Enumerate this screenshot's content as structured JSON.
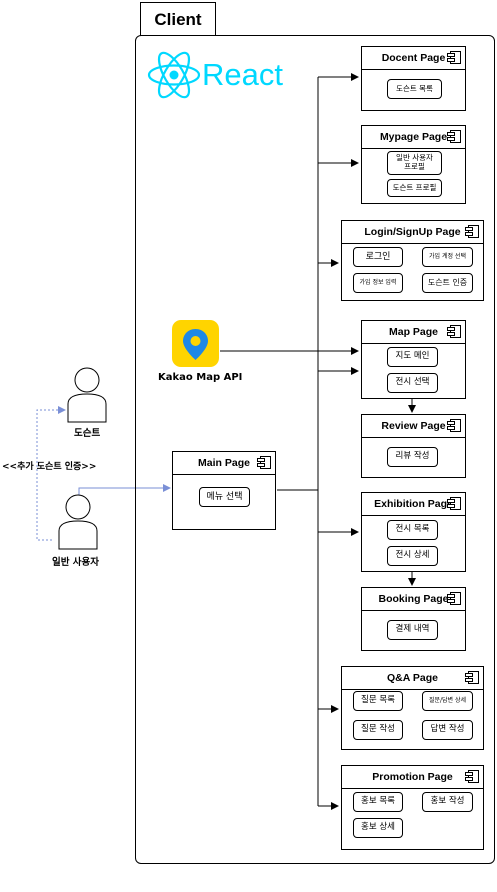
{
  "client_tab": "Client",
  "react_label": "React",
  "kakao_label": "Kakao Map API",
  "actors": {
    "docent": "도슨트",
    "user": "일반 사용자",
    "relation": "<<추가 도슨트 인증>>"
  },
  "main_page": {
    "title": "Main Page",
    "items": [
      "메뉴 선택"
    ]
  },
  "docent_page": {
    "title": "Docent Page",
    "items": [
      "도슨트 목록"
    ]
  },
  "mypage_page": {
    "title": "Mypage Page",
    "items": [
      "일반 사용자\n프로필",
      "도슨트 프로필"
    ]
  },
  "login_page": {
    "title": "Login/SignUp Page",
    "items": [
      "로그인",
      "가입 계정 선택",
      "가입 정보 입력",
      "도슨트 인증"
    ]
  },
  "map_page": {
    "title": "Map Page",
    "items": [
      "지도 메인",
      "전시 선택"
    ]
  },
  "review_page": {
    "title": "Review Page",
    "items": [
      "리뷰 작성"
    ]
  },
  "exhibition_page": {
    "title": "Exhibition Page",
    "items": [
      "전시 목록",
      "전시 상세"
    ]
  },
  "booking_page": {
    "title": "Booking Page",
    "items": [
      "결제 내역"
    ]
  },
  "qa_page": {
    "title": "Q&A Page",
    "items": [
      "질문 목록",
      "질문/답변 상세",
      "질문 작성",
      "답변 작성"
    ]
  },
  "promotion_page": {
    "title": "Promotion Page",
    "items": [
      "홍보 목록",
      "홍보 작성",
      "홍보 상세"
    ]
  },
  "colors": {
    "react": "#00d8ff",
    "kakao_bg": "#ffd400",
    "kakao_pin": "#1e88e5",
    "dashed": "#7a8fd6"
  }
}
